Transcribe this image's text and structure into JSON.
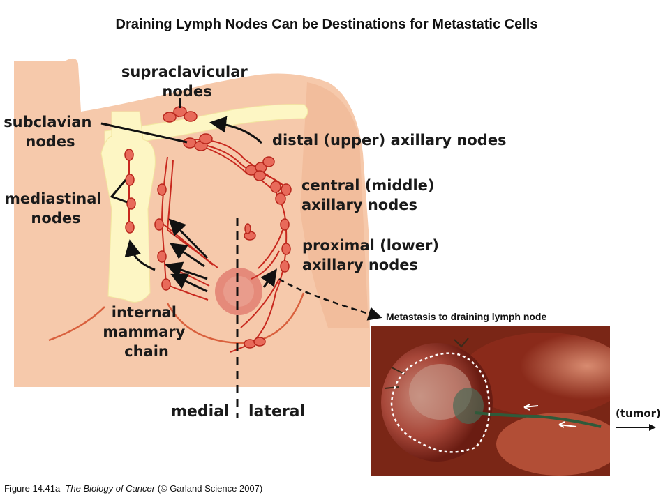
{
  "title": "Draining Lymph Nodes Can be Destinations for Metastatic Cells",
  "labels": {
    "supraclavicular": [
      "supraclavicular",
      "nodes"
    ],
    "subclavian": [
      "subclavian",
      "nodes"
    ],
    "mediastinal": [
      "mediastinal",
      "nodes"
    ],
    "distal": "distal (upper) axillary nodes",
    "central": [
      "central (middle)",
      "axillary nodes"
    ],
    "proximal": [
      "proximal (lower)",
      "axillary nodes"
    ],
    "internal_mammary": [
      "internal",
      "mammary",
      "chain"
    ],
    "medial": "medial",
    "lateral": "lateral"
  },
  "photo": {
    "caption": "Metastasis to draining lymph node",
    "tumor_label": "(tumor)"
  },
  "footer": {
    "figure": "Figure 14.41a",
    "book": "The Biology of Cancer",
    "credit": "(© Garland Science 2007)"
  },
  "colors": {
    "skin": "#f6c9ab",
    "bone": "#fdf6c4",
    "lymph_vessel": "#c8281e",
    "node_fill": "#e86a5a",
    "areola": "#e58a7a"
  }
}
